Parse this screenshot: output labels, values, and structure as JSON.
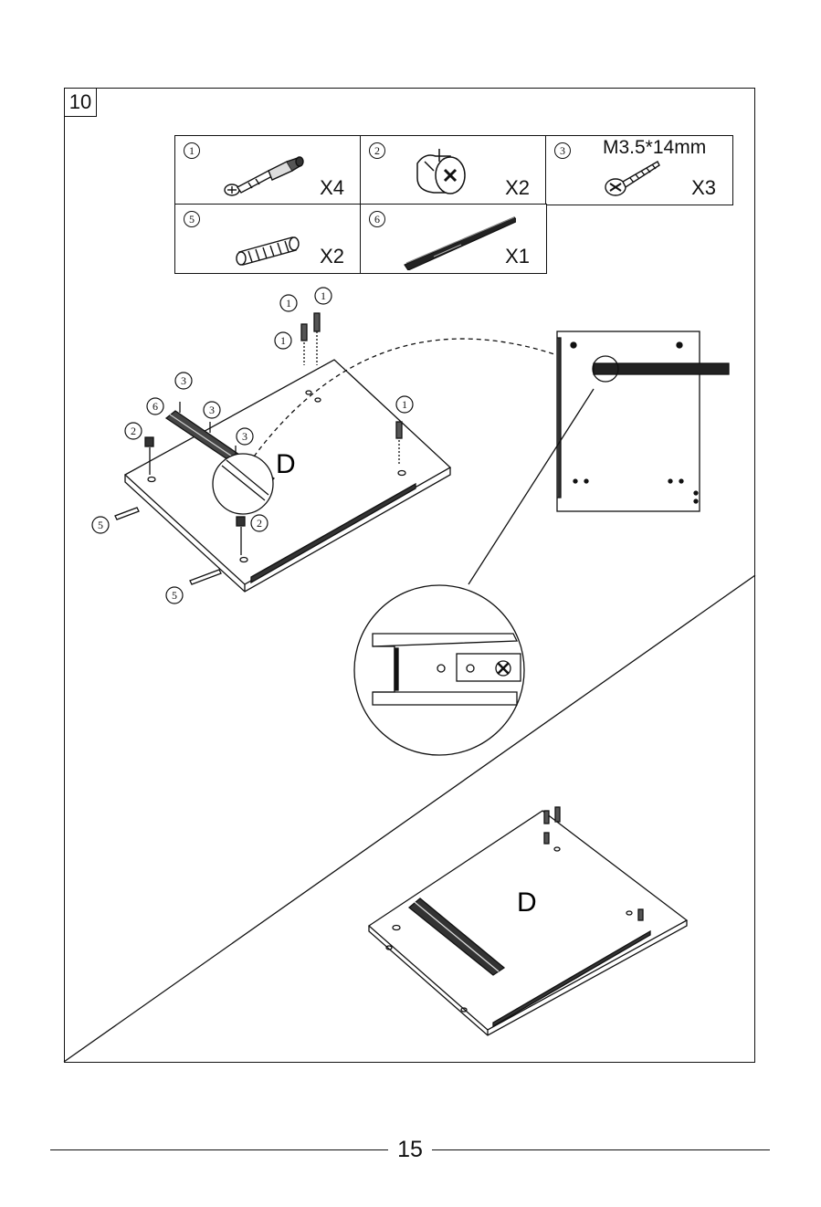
{
  "step_number": "10",
  "parts": [
    {
      "id": "1",
      "qty": "X4",
      "spec": "",
      "icon": "cam-bolt-icon"
    },
    {
      "id": "2",
      "qty": "X2",
      "spec": "",
      "icon": "cam-lock-icon"
    },
    {
      "id": "3",
      "qty": "X3",
      "spec": "M3.5*14mm",
      "icon": "screw-icon"
    },
    {
      "id": "5",
      "qty": "X2",
      "spec": "",
      "icon": "wooden-dowel-icon"
    },
    {
      "id": "6",
      "qty": "X1",
      "spec": "",
      "icon": "drawer-slide-icon"
    }
  ],
  "panel_label": "D",
  "callouts": {
    "one": "1",
    "two": "2",
    "three": "3",
    "five": "5",
    "six": "6"
  },
  "page_number": "15"
}
